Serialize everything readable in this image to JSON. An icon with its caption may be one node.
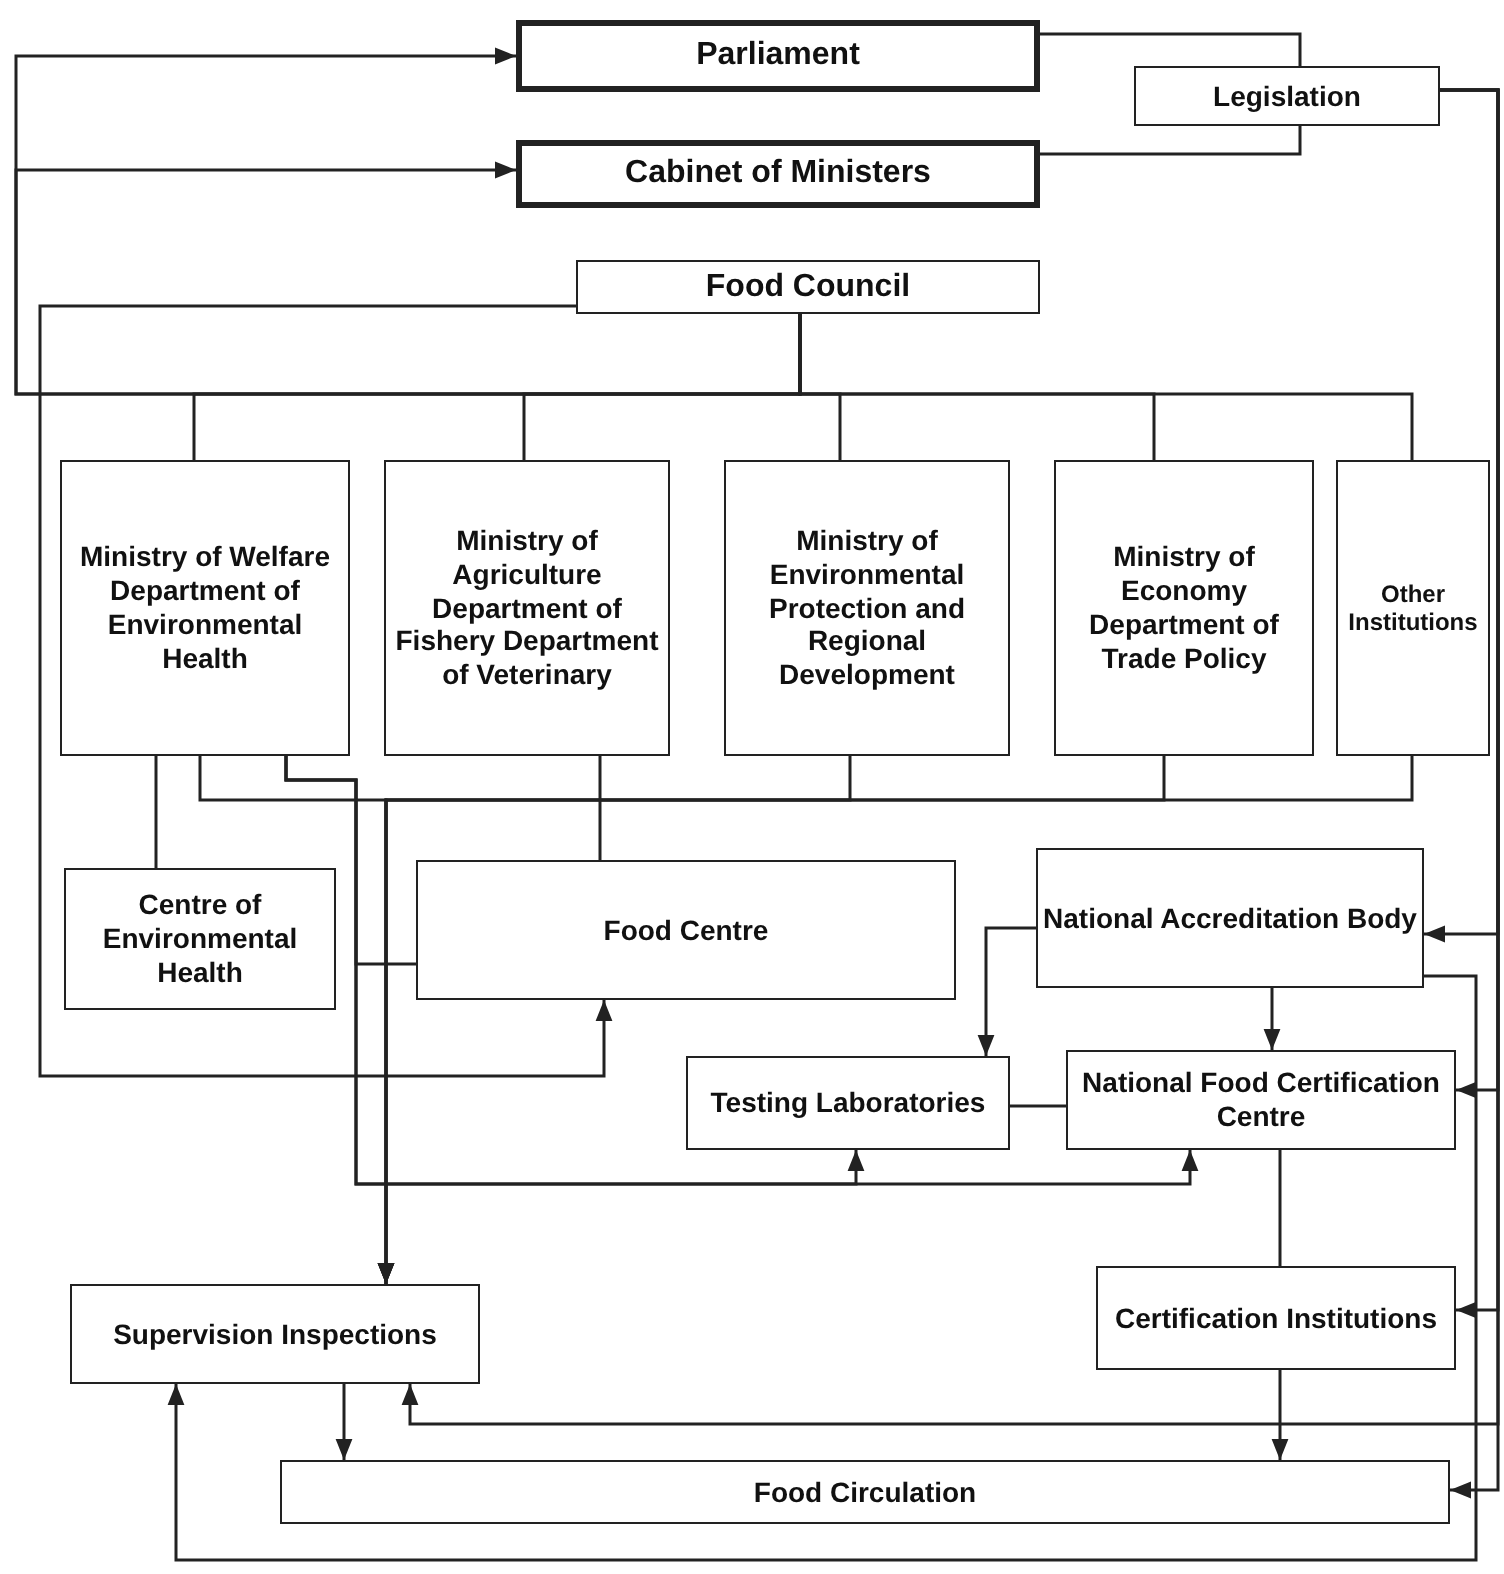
{
  "diagram": {
    "nodes": [
      {
        "text": [
          "Parliament"
        ]
      },
      {
        "text": [
          "Legislation"
        ]
      },
      {
        "text": [
          "Cabinet of Ministers"
        ]
      },
      {
        "text": [
          "Food Council"
        ]
      },
      {
        "text": [
          "Ministry of Welfare Department of Environmental Health"
        ]
      },
      {
        "text": [
          "Ministry of Agriculture Department of Fishery Department of Veterinary"
        ]
      },
      {
        "text": [
          "Ministry of Environmental Protection and Regional Development"
        ]
      },
      {
        "text": [
          "Ministry of Economy Department of Trade Policy"
        ]
      },
      {
        "text": [
          "Other Institutions"
        ]
      },
      {
        "text": [
          "Centre of Environmental Health"
        ]
      },
      {
        "text": [
          "Food Centre"
        ]
      },
      {
        "text": [
          "National Accreditation Body"
        ]
      },
      {
        "text": [
          "Testing Laboratories"
        ]
      },
      {
        "text": [
          "National Food Certification Centre"
        ]
      },
      {
        "text": [
          "Certification Institutions"
        ]
      },
      {
        "text": [
          "Supervision Inspections"
        ]
      },
      {
        "text": [
          "Food Circulation"
        ]
      }
    ],
    "edges": [
      {
        "from": 0,
        "to": 1,
        "arrow": "none"
      },
      {
        "from": 2,
        "to": 1,
        "arrow": "none"
      },
      {
        "from": 3,
        "to": 0,
        "arrow": "to"
      },
      {
        "from": 3,
        "to": 2,
        "arrow": "to"
      },
      {
        "from": 3,
        "to": 4,
        "arrow": "none"
      },
      {
        "from": 3,
        "to": 5,
        "arrow": "none"
      },
      {
        "from": 3,
        "to": 6,
        "arrow": "none"
      },
      {
        "from": 3,
        "to": 7,
        "arrow": "none"
      },
      {
        "from": 3,
        "to": 8,
        "arrow": "none"
      },
      {
        "from": 3,
        "to": 10,
        "arrow": "to"
      },
      {
        "from": 4,
        "to": 9,
        "arrow": "none"
      },
      {
        "from": 5,
        "to": 10,
        "arrow": "none"
      },
      {
        "from": 4,
        "to": 15,
        "arrow": "to"
      },
      {
        "from": 6,
        "to": 15,
        "arrow": "to"
      },
      {
        "from": 7,
        "to": 15,
        "arrow": "to"
      },
      {
        "from": 8,
        "to": 15,
        "arrow": "to"
      },
      {
        "from": 4,
        "to": 13,
        "arrow": "to"
      },
      {
        "from": 4,
        "to": 12,
        "arrow": "to"
      },
      {
        "from": 4,
        "to": 10,
        "arrow": "none"
      },
      {
        "from": 11,
        "to": 13,
        "arrow": "to"
      },
      {
        "from": 11,
        "to": 12,
        "arrow": "to"
      },
      {
        "from": 12,
        "to": 13,
        "arrow": "none"
      },
      {
        "from": 13,
        "to": 14,
        "arrow": "none"
      },
      {
        "from": 14,
        "to": 16,
        "arrow": "to"
      },
      {
        "from": 15,
        "to": 16,
        "arrow": "to"
      },
      {
        "from": 1,
        "to": 11,
        "arrow": "to"
      },
      {
        "from": 1,
        "to": 13,
        "arrow": "to"
      },
      {
        "from": 1,
        "to": 14,
        "arrow": "to"
      },
      {
        "from": 1,
        "to": 16,
        "arrow": "to"
      },
      {
        "from": 1,
        "to": 15,
        "arrow": "to"
      },
      {
        "from": 11,
        "to": 15,
        "arrow": "to"
      }
    ]
  }
}
